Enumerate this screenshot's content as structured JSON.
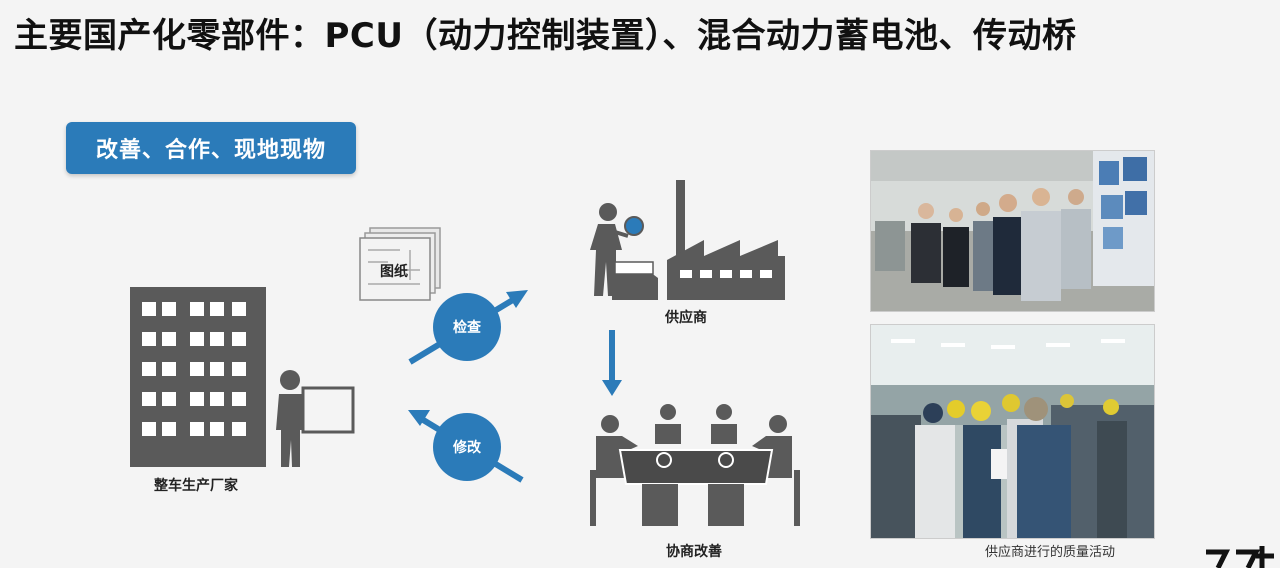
{
  "slide": {
    "title": "主要国产化零部件：PCU（动力控制装置）、混合动力蓄电池、传动桥",
    "badge": "改善、合作、现地现物"
  },
  "diagram": {
    "manufacturer_label": "整车生产厂家",
    "drawing_label": "图纸",
    "inspect_label": "检查",
    "modify_label": "修改",
    "supplier_label": "供应商",
    "consult_label": "协商改善"
  },
  "photos": {
    "caption": "供应商进行的质量活动"
  },
  "colors": {
    "accent_blue": "#2b7bb9",
    "icon_gray": "#5a5a5a"
  }
}
